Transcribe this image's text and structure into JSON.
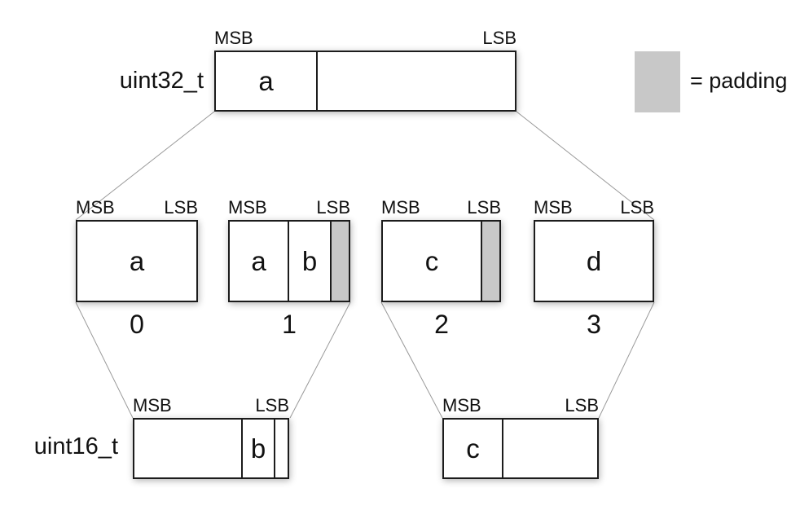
{
  "uint32_row": {
    "type_label": "uint32_t",
    "msb_label": "MSB",
    "lsb_label": "LSB",
    "cells": [
      {
        "label": "a"
      },
      {
        "label": ""
      }
    ]
  },
  "legend": {
    "label": "= padding",
    "padding_color": "#c8c8c8"
  },
  "byte_row": [
    {
      "index": "0",
      "msb_label": "MSB",
      "lsb_label": "LSB",
      "cells": [
        {
          "label": "a"
        }
      ]
    },
    {
      "index": "1",
      "msb_label": "MSB",
      "lsb_label": "LSB",
      "cells": [
        {
          "label": "a"
        },
        {
          "label": "b"
        },
        {
          "label": "",
          "is_padding": true
        }
      ]
    },
    {
      "index": "2",
      "msb_label": "MSB",
      "lsb_label": "LSB",
      "cells": [
        {
          "label": "c"
        },
        {
          "label": "",
          "is_padding": true
        }
      ]
    },
    {
      "index": "3",
      "msb_label": "MSB",
      "lsb_label": "LSB",
      "cells": [
        {
          "label": "d"
        }
      ]
    }
  ],
  "uint16_row": {
    "type_label": "uint16_t",
    "left_box": {
      "msb_label": "MSB",
      "lsb_label": "LSB",
      "cells": [
        {
          "label": ""
        },
        {
          "label": "b"
        },
        {
          "label": ""
        }
      ]
    },
    "right_box": {
      "msb_label": "MSB",
      "lsb_label": "LSB",
      "cells": [
        {
          "label": "c"
        },
        {
          "label": ""
        }
      ]
    }
  }
}
